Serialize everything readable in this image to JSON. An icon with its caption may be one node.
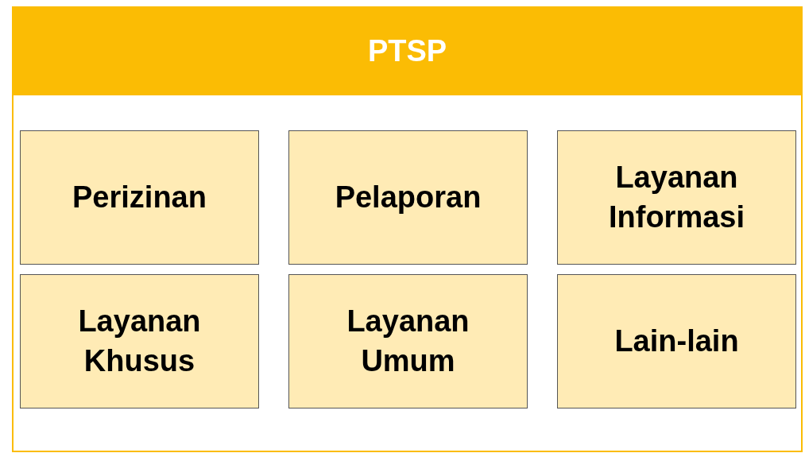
{
  "diagram": {
    "nodes": [
      {
        "text": [
          "PTSP"
        ]
      },
      {
        "text": [
          "Perizinan"
        ],
        "in": 0
      },
      {
        "text": [
          "Pelaporan"
        ],
        "in": 0
      },
      {
        "text": [
          "Layanan Informasi"
        ],
        "in": 0
      },
      {
        "text": [
          "Layanan Khusus"
        ],
        "in": 0
      },
      {
        "text": [
          "Layanan Umum"
        ],
        "in": 0
      },
      {
        "text": [
          "Lain-lain"
        ],
        "in": 0
      }
    ]
  }
}
